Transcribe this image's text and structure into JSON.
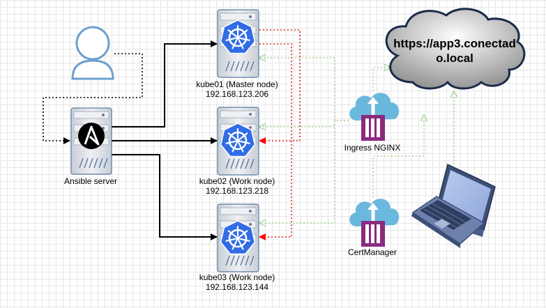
{
  "url_cloud": {
    "line1": "https://app3.conectad",
    "line2": "o.local"
  },
  "ansible": {
    "label": "Ansible server"
  },
  "kube01": {
    "name": "kube01 (Master node)",
    "ip": "192.168.123.206"
  },
  "kube02": {
    "name": "kube02 (Work node)",
    "ip": "192.168.123.218"
  },
  "kube03": {
    "name": "kube03 (Work node)",
    "ip": "192.168.123.144"
  },
  "ingress": {
    "label": "Ingress NGINX"
  },
  "certmanager": {
    "label": "CertManager"
  },
  "colors": {
    "kube_blue": "#326ce5",
    "server_grey": "#d9dce2",
    "cloud_blue": "#6bb8de",
    "ingress_purple": "#8b2a7f",
    "red_dotted": "#e02020",
    "green_dotted": "#a7d49b",
    "laptop_blue": "#5b6f9c"
  },
  "icons": [
    "user-icon",
    "server-icon",
    "ansible-logo-icon",
    "kubernetes-icon",
    "cloud-icon",
    "ingress-icon",
    "laptop-icon"
  ]
}
